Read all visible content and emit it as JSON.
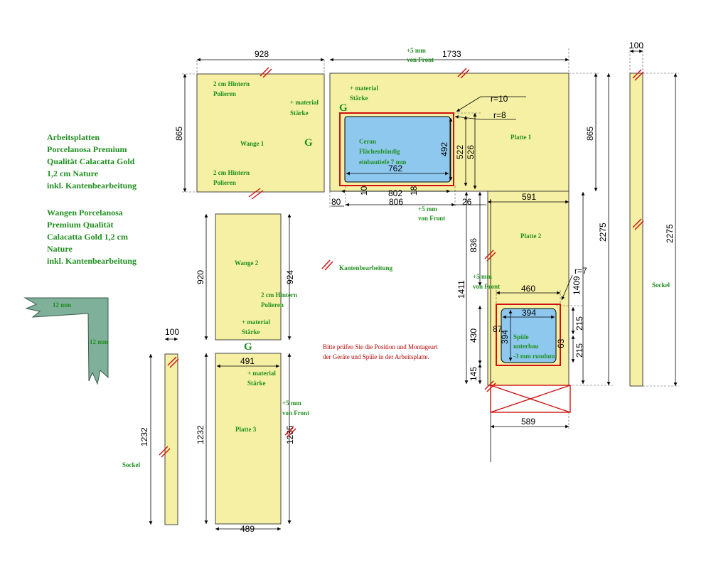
{
  "notes": {
    "worktops": [
      "Arbeitsplatten",
      "Porcelanosa Premium",
      "Qualität Calacatta Gold",
      "1,2 cm Nature",
      "inkl. Kantenbearbeitung"
    ],
    "panels": [
      "Wangen Porcelanosa",
      "Premium Qualität",
      "Calacatta Gold 1,2 cm",
      "Nature",
      "inkl. Kantenbearbeitung"
    ],
    "check": [
      "Bitte prüfen Sie die Position und Montageart",
      "der Geräte und Spüle in  der Arbeitsplatte."
    ],
    "edge_legend": "Kantenbearbeitung"
  },
  "profile": {
    "top": "12 mm",
    "side": "12 mm"
  },
  "wange1": {
    "name": "Wange 1",
    "top_note": [
      "2 cm Hintern",
      "Polieren"
    ],
    "bottom_note": [
      "2 cm Hintern",
      "Polieren"
    ],
    "material": [
      "+ material",
      "Stärke"
    ],
    "grain": "G",
    "width": "928",
    "height": "865"
  },
  "platte1": {
    "name": "Platte 1",
    "material": [
      "+ material",
      "Stärke"
    ],
    "grain": "G",
    "width": "1733",
    "front": [
      "+5 mm",
      "von Front"
    ],
    "height": "865",
    "ceran": [
      "Ceran",
      "Flächenbündig",
      "einbautiefe 7 mm"
    ],
    "r1": "r=10",
    "r2": "r=8",
    "ceran_w": "762",
    "ceran_h": "492",
    "d522": "522",
    "d526": "526",
    "d802": "802",
    "d806": "806",
    "d80": "80",
    "d10": "10",
    "d18": "18",
    "d26": "26",
    "front2": [
      "+5 mm",
      "von Front"
    ]
  },
  "platte2": {
    "name": "Platte 2",
    "width": "591",
    "height": "2275",
    "d836": "836",
    "d1411": "1411",
    "d1409": "1409",
    "r": "r=7",
    "d460": "460",
    "d394": "394",
    "d87": "87",
    "d394v": "394",
    "d430": "430",
    "d145": "145",
    "d215a": "215",
    "d215b": "215",
    "d63": "63",
    "d589": "589",
    "front": [
      "+5 mm",
      "von Front"
    ],
    "sink": [
      "Spüle",
      "unterbau",
      "-3 mm rundum"
    ]
  },
  "wange2": {
    "name": "Wange 2",
    "height": "920",
    "height2": "924",
    "note": [
      "2 cm Hintern",
      "Polieren"
    ],
    "material": [
      "+ material",
      "Stärke"
    ],
    "grain": "G"
  },
  "platte3": {
    "name": "Platte 3",
    "width": "491",
    "width_bottom": "489",
    "height": "1232",
    "height2": "1235",
    "material": [
      "+ material",
      "Stärke"
    ],
    "front": [
      "+5 mm",
      "von Front"
    ]
  },
  "sockel1": {
    "name": "Sockel",
    "width": "100",
    "height": "1232"
  },
  "sockel2": {
    "name": "Sockel",
    "width": "100",
    "height": "2275"
  }
}
